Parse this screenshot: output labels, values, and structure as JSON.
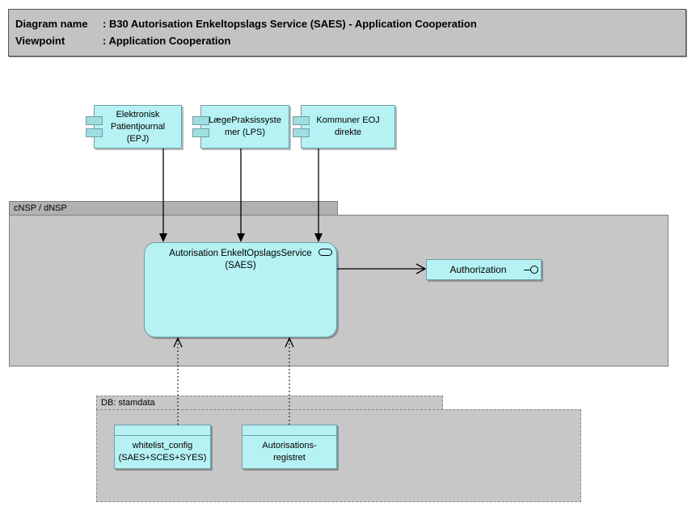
{
  "title_block": {
    "line1_label": "Diagram name",
    "line1_value": ": B30 Autorisation Enkeltopslags Service (SAES) - Application Cooperation",
    "line2_label": "Viewpoint",
    "line2_value": ": Application Cooperation"
  },
  "groups": {
    "nsp": {
      "label": "cNSP / dNSP"
    },
    "db": {
      "label": "DB: stamdata"
    }
  },
  "components": [
    {
      "id": "epj",
      "label": "Elektronisk\nPatientjournal\n(EPJ)"
    },
    {
      "id": "lps",
      "label": "LægePraksissyste\nmer (LPS)"
    },
    {
      "id": "kommuner",
      "label": "Kommuner EOJ\ndirekte"
    }
  ],
  "service": {
    "label": "Autorisation EnkeltOpslagsService\n(SAES)"
  },
  "interface": {
    "label": "Authorization"
  },
  "data_objects": [
    {
      "id": "whitelist",
      "label": "whitelist_config\n(SAES+SCES+SYES)"
    },
    {
      "id": "autoreg",
      "label": "Autorisations-\nregistret"
    }
  ],
  "icons": {
    "service_icon": "rounded-ellipse-service-icon",
    "interface_icon": "lollipop-interface-icon",
    "component_icon": "uml-component-tabs-icon"
  },
  "colors": {
    "element_fill": "#b6f2f4",
    "element_tab_fill": "#9edee0",
    "element_border": "#6e9fa5",
    "group_body_fill": "#c7c7c7",
    "group_tab_fill": "#b1b1b1",
    "title_fill": "#c3c3c3",
    "line_color": "#000000"
  }
}
